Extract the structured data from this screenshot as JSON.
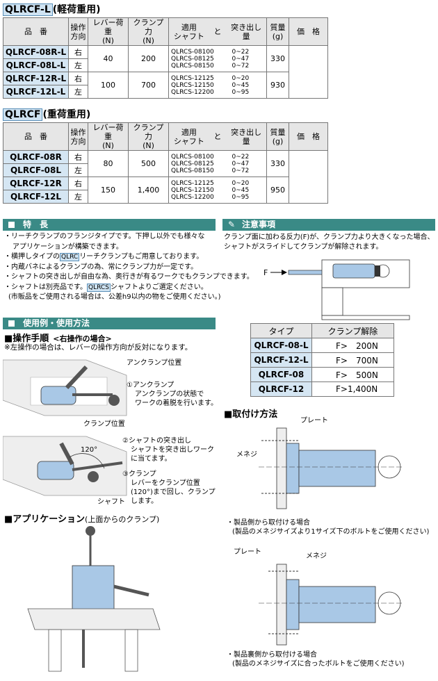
{
  "light": {
    "code": "QLRCF-L",
    "title_suffix": "(軽荷重用)",
    "headers": {
      "part": "品　番",
      "dir": "操作\n方向",
      "lever": "レバー荷重\n(N)",
      "clamp": "クランプ力\n(N)",
      "shaft": "適用\nシャフト",
      "to": "と",
      "stroke": "突き出し\n量",
      "mass": "質量\n(g)",
      "price": "価　格"
    },
    "rows": [
      {
        "part": "QLRCF-08R-L",
        "dir": "右"
      },
      {
        "part": "QLRCF-08L-L",
        "dir": "左"
      },
      {
        "part": "QLRCF-12R-L",
        "dir": "右"
      },
      {
        "part": "QLRCF-12L-L",
        "dir": "左"
      }
    ],
    "groups": [
      {
        "lever": "40",
        "clamp": "200",
        "shafts": "QLRCS-08100\nQLRCS-08125\nQLRCS-08150",
        "strokes": "0~22\n0~47\n0~72",
        "mass": "330"
      },
      {
        "lever": "100",
        "clamp": "700",
        "shafts": "QLRCS-12125\nQLRCS-12150\nQLRCS-12200",
        "strokes": "0~20\n0~45\n0~95",
        "mass": "930"
      }
    ]
  },
  "heavy": {
    "code": "QLRCF",
    "title_suffix": "(重荷重用)",
    "rows": [
      {
        "part": "QLRCF-08R",
        "dir": "右"
      },
      {
        "part": "QLRCF-08L",
        "dir": "左"
      },
      {
        "part": "QLRCF-12R",
        "dir": "右"
      },
      {
        "part": "QLRCF-12L",
        "dir": "左"
      }
    ],
    "groups": [
      {
        "lever": "80",
        "clamp": "500",
        "shafts": "QLRCS-08100\nQLRCS-08125\nQLRCS-08150",
        "strokes": "0~22\n0~47\n0~72",
        "mass": "330"
      },
      {
        "lever": "150",
        "clamp": "1,400",
        "shafts": "QLRCS-12125\nQLRCS-12150\nQLRCS-12200",
        "strokes": "0~20\n0~45\n0~95",
        "mass": "950"
      }
    ]
  },
  "features": {
    "title": "特　長",
    "l1a": "・リーチクランプのフランジタイプです。下押し以外でも様々な",
    "l1b": "アプリケーションが構築できます。",
    "l2a": "・横押しタイプの",
    "l2tag": "QLRC",
    "l2b": "リーチクランプもご用意しております。",
    "l3": "・内蔵バネによるクランプの為、常にクランプ力が一定です。",
    "l4": "・シャフトの突き出しが自由な為、奥行きが有るワークでもクランプできます。",
    "l5a": "・シャフトは別売品です。",
    "l5tag": "QLRCS",
    "l5b": "シャフトよりご選定ください。",
    "l6": "(市販品をご使用される場合は、公差h9以内の物をご使用ください。)"
  },
  "caution": {
    "title": "注意事項",
    "text1": "クランプ面に加わる反力(F)が、クランプ力より大きくなった場合、",
    "text2": "シャフトがスライドしてクランプが解除されます。",
    "f_label": "F",
    "col_type": "タイプ",
    "col_release": "クランプ解除",
    "rows": [
      {
        "type": "QLRCF-08-L",
        "release": "F>　200N"
      },
      {
        "type": "QLRCF-12-L",
        "release": "F>　700N"
      },
      {
        "type": "QLRCF-08",
        "release": "F>　500N"
      },
      {
        "type": "QLRCF-12",
        "release": "F>1,400N"
      }
    ]
  },
  "usage": {
    "title": "使用例・使用方法",
    "proc_title": "■操作手順",
    "proc_sub": "<右操作の場合>",
    "note": "※左操作の場合は、レバーの操作方向が反対になります。",
    "unclamp_pos": "アンクランプ位置",
    "step1a": "①アンクランプ",
    "step1b": "アンクランプの状態で",
    "step1c": "ワークの着脱を行います。",
    "clamp_pos": "クランプ位置",
    "angle": "120°",
    "step2a": "②シャフトの突き出し",
    "step2b": "シャフトを突き出しワーク",
    "step2c": "に当てます。",
    "step3a": "③クランプ",
    "step3b": "レバーをクランプ位置",
    "step3c": "(120°)まで回し、クランプ",
    "step3d": "します。",
    "shaft_label": "シャフト",
    "app_title": "■アプリケーション",
    "app_sub": "(上面からのクランプ)"
  },
  "mounting": {
    "title": "■取付け方法",
    "plate": "プレート",
    "screw": "メネジ",
    "cap1a": "・製品側から取付ける場合",
    "cap1b": "(製品のメネジサイズより1サイズ下のボルトをご使用ください)",
    "plate2": "プレート",
    "screw2": "メネジ",
    "cap2a": "・製品裏側から取付ける場合",
    "cap2b": "(製品のメネジサイズに合ったボルトをご使用ください)"
  },
  "colors": {
    "accent": "#3a8a86",
    "part_bg": "#d5e6f3",
    "header_bg": "#e6e6e6",
    "drawing_blue": "#a9c8e6"
  }
}
